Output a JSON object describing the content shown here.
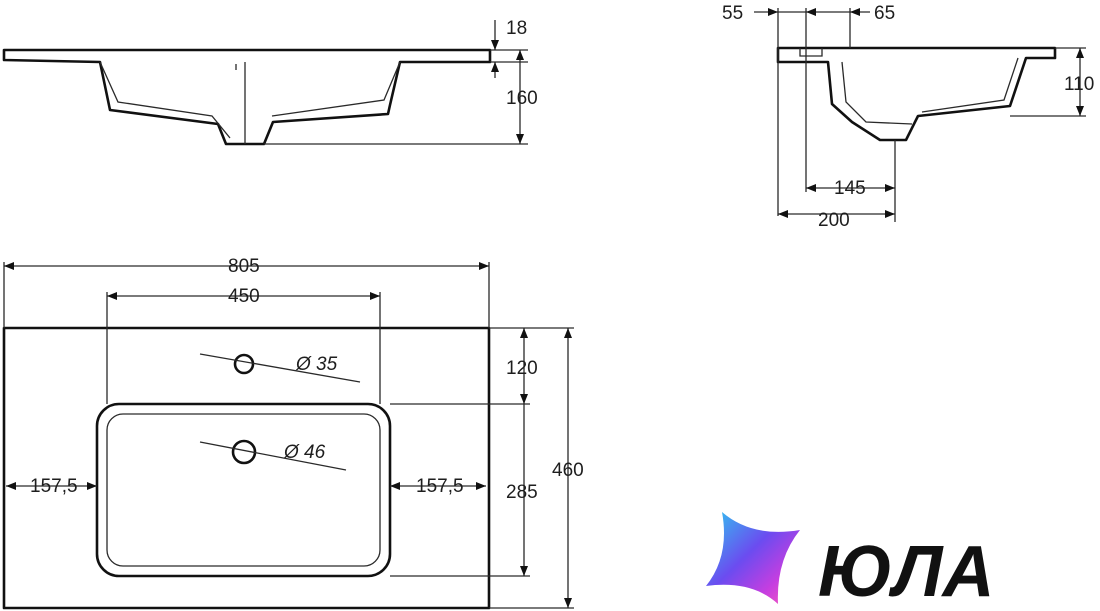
{
  "dimensions": {
    "side_thickness": "18",
    "side_height": "160",
    "section_left_offset": "55",
    "section_right_offset": "65",
    "section_height": "110",
    "section_drain_offset": "145",
    "section_depth": "200",
    "top_width": "805",
    "bowl_width": "450",
    "tap_hole": "Ø 35",
    "drain_hole": "Ø 46",
    "left_margin": "157,5",
    "right_margin": "157,5",
    "tap_to_bowl": "120",
    "bowl_depth": "285",
    "total_depth": "460"
  },
  "brand": {
    "name": "ЮЛА",
    "colors": [
      "#2ec8f0",
      "#6b4cf0",
      "#c63ee0",
      "#ff5db8"
    ]
  }
}
